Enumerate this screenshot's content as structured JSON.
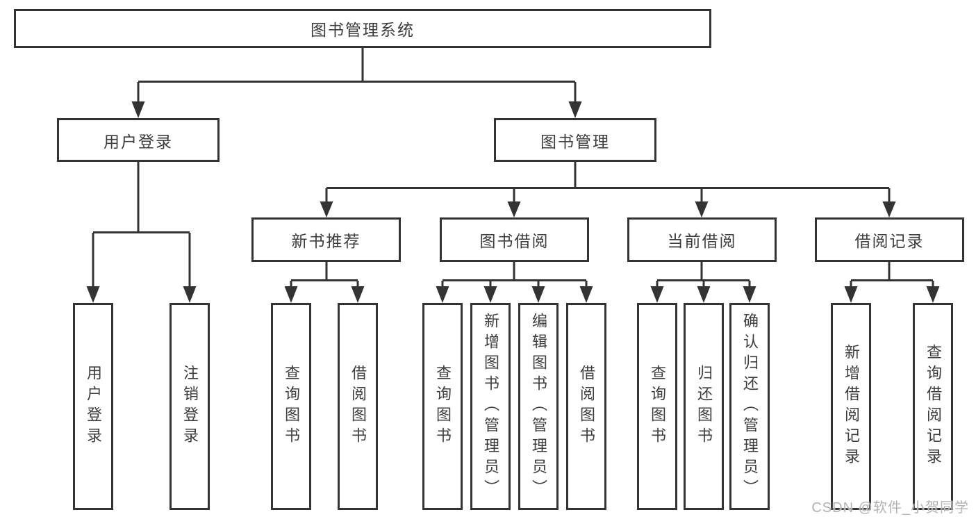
{
  "watermark": "CSDN @软件_小贺同学",
  "tree": {
    "root": {
      "label": "图书管理系统"
    },
    "branches": [
      {
        "label": "用户登录",
        "children": [
          {
            "label": "用户登录"
          },
          {
            "label": "注销登录"
          }
        ]
      },
      {
        "label": "图书管理",
        "children": [
          {
            "label": "新书推荐",
            "children": [
              {
                "label": "查询图书"
              },
              {
                "label": "借阅图书"
              }
            ]
          },
          {
            "label": "图书借阅",
            "children": [
              {
                "label": "查询图书"
              },
              {
                "label": "新增图书（管理员）"
              },
              {
                "label": "编辑图书（管理员）"
              },
              {
                "label": "借阅图书"
              }
            ]
          },
          {
            "label": "当前借阅",
            "children": [
              {
                "label": "查询图书"
              },
              {
                "label": "归还图书"
              },
              {
                "label": "确认归还（管理员）"
              }
            ]
          },
          {
            "label": "借阅记录",
            "children": [
              {
                "label": "新增借阅记录"
              },
              {
                "label": "查询借阅记录"
              }
            ]
          }
        ]
      }
    ]
  }
}
